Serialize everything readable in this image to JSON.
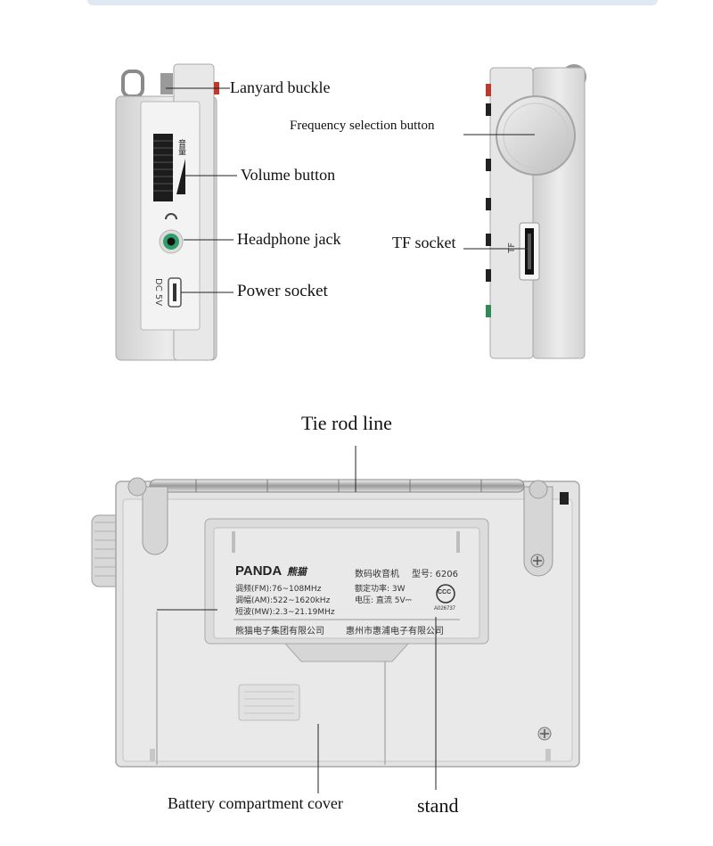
{
  "labels": {
    "lanyard_buckle": "Lanyard buckle",
    "volume_button": "Volume button",
    "headphone_jack": "Headphone jack",
    "power_socket": "Power socket",
    "frequency_selection_button": "Frequency selection button",
    "tf_socket": "TF socket",
    "tie_rod_line": "Tie rod line",
    "battery_compartment_cover": "Battery compartment cover",
    "stand": "stand"
  },
  "device_print": {
    "side_volume": "音量",
    "side_dc": "DC 5V",
    "side_tf": "TF",
    "brand": "PANDA",
    "brand_cn": "熊猫",
    "product": "数码收音机",
    "model": "型号: 6206",
    "fm": "调频(FM):76~108MHz",
    "am": "调幅(AM):522~1620kHz",
    "sw": "短波(MW):2.3~21.19MHz",
    "power": "额定功率: 3W",
    "voltage": "电压: 直流 5V⎓",
    "ccc": "CCC",
    "cert": "A026737",
    "maker1": "熊猫电子集团有限公司",
    "maker2": "惠州市惠浦电子有限公司"
  },
  "colors": {
    "body": "#e4e4e4",
    "body_dark": "#bdbdbd",
    "button_red": "#c0392b",
    "button_green": "#2e8b57",
    "button_black": "#222222",
    "jack_ring": "#2f9e6a"
  }
}
